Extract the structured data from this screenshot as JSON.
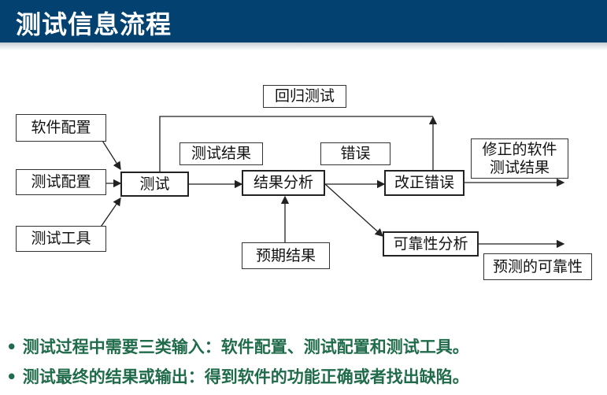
{
  "title": "测试信息流程",
  "diagram": {
    "regression": "回归测试",
    "software_config": "软件配置",
    "test_config": "测试配置",
    "test_tools": "测试工具",
    "test": "测试",
    "test_results": "测试结果",
    "result_analysis": "结果分析",
    "errors": "错误",
    "fix_errors": "改正错误",
    "fixed_output_1": "修正的软件",
    "fixed_output_2": "测试结果",
    "expected_results": "预期结果",
    "reliability_analysis": "可靠性分析",
    "predicted_reliability": "预测的可靠性"
  },
  "bullets": [
    "• 测试过程中需要三类输入：软件配置、测试配置和测试工具。",
    "• 测试最终的结果或输出：得到软件的功能正确或者找出缺陷。"
  ]
}
